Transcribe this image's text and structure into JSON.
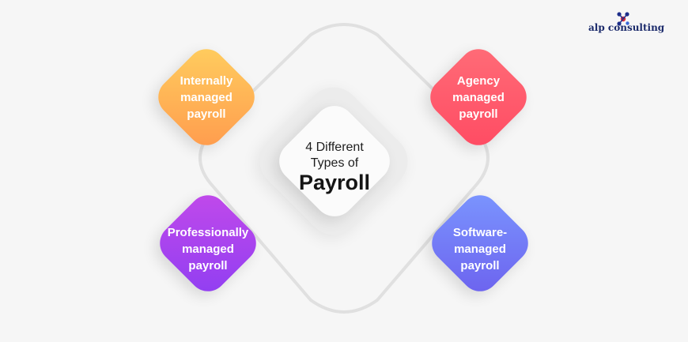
{
  "logo": {
    "icon": "molecule-icon",
    "text": "alp consulting"
  },
  "center": {
    "line1": "4 Different",
    "line2": "Types of",
    "title": "Payroll"
  },
  "types": {
    "internal": "Internally\nmanaged\npayroll",
    "agency": "Agency\nmanaged\npayroll",
    "professional": "Professionally\nmanaged\npayroll",
    "software": "Software-\nmanaged\npayroll"
  },
  "colors": {
    "internal": "#ffb454",
    "agency": "#ff5a6a",
    "professional": "#a344ee",
    "software": "#727aff",
    "background": "#f6f6f6",
    "ring": "#e3e3e3"
  }
}
